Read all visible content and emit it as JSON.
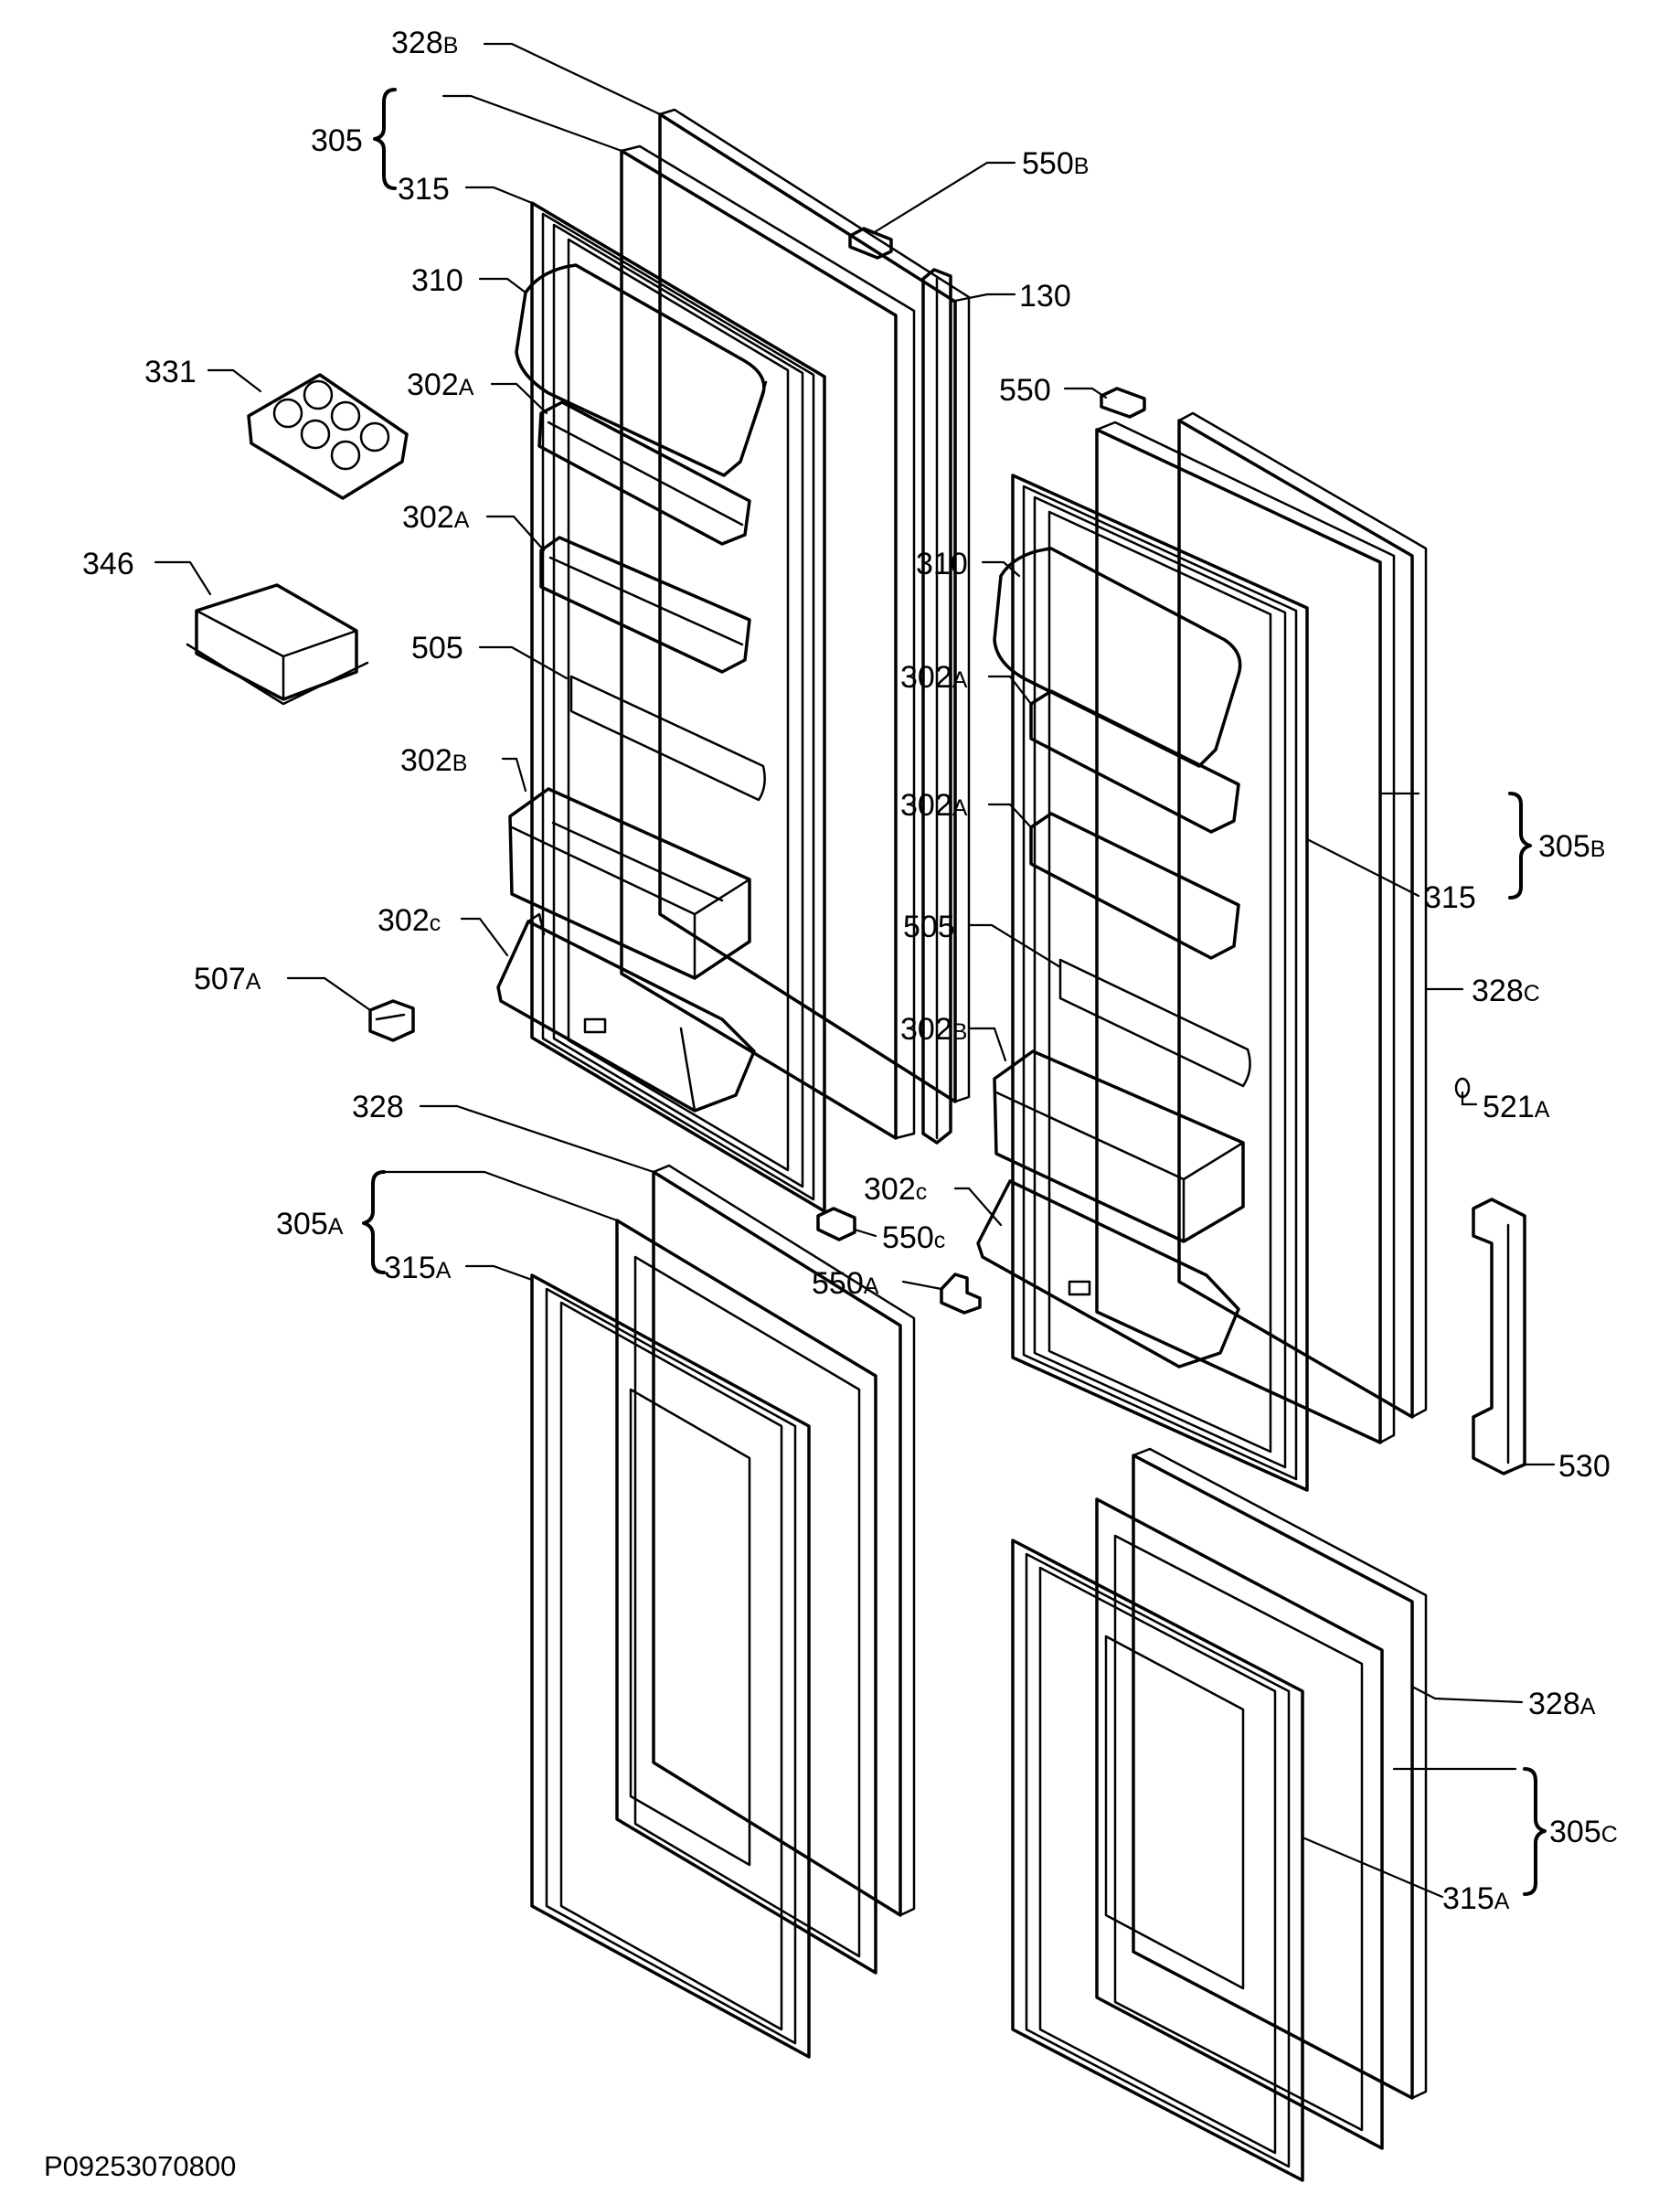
{
  "callouts": {
    "c328b": {
      "num": "328",
      "suf": "B"
    },
    "c305": {
      "num": "305",
      "suf": ""
    },
    "c315_tl": {
      "num": "315",
      "suf": ""
    },
    "c550b": {
      "num": "550",
      "suf": "B"
    },
    "c130": {
      "num": "130",
      "suf": ""
    },
    "c310_l": {
      "num": "310",
      "suf": ""
    },
    "c331": {
      "num": "331",
      "suf": ""
    },
    "c302a_l1": {
      "num": "302",
      "suf": "A"
    },
    "c550": {
      "num": "550",
      "suf": ""
    },
    "c302a_l2": {
      "num": "302",
      "suf": "A"
    },
    "c346": {
      "num": "346",
      "suf": ""
    },
    "c310_r": {
      "num": "310",
      "suf": ""
    },
    "c505_l": {
      "num": "505",
      "suf": ""
    },
    "c302a_r1": {
      "num": "302",
      "suf": "A"
    },
    "c302b_l": {
      "num": "302",
      "suf": "B"
    },
    "c305b": {
      "num": "305",
      "suf": "B"
    },
    "c302a_r2": {
      "num": "302",
      "suf": "A"
    },
    "c315_r": {
      "num": "315",
      "suf": ""
    },
    "c302c_l": {
      "num": "302",
      "suf": "c"
    },
    "c505_r": {
      "num": "505",
      "suf": ""
    },
    "c507a": {
      "num": "507",
      "suf": "A"
    },
    "c328c": {
      "num": "328",
      "suf": "C"
    },
    "c302b_r": {
      "num": "302",
      "suf": "B"
    },
    "c521a": {
      "num": "521",
      "suf": "A"
    },
    "c328": {
      "num": "328",
      "suf": ""
    },
    "c302c_r": {
      "num": "302",
      "suf": "c"
    },
    "c305a": {
      "num": "305",
      "suf": "A"
    },
    "c550c": {
      "num": "550",
      "suf": "c"
    },
    "c315a_l": {
      "num": "315",
      "suf": "A"
    },
    "c550a": {
      "num": "550",
      "suf": "A"
    },
    "c530": {
      "num": "530",
      "suf": ""
    },
    "c328a": {
      "num": "328",
      "suf": "A"
    },
    "c305c": {
      "num": "305",
      "suf": "C"
    },
    "c315a_r": {
      "num": "315",
      "suf": "A"
    }
  },
  "drawing_code": "P09253070800"
}
